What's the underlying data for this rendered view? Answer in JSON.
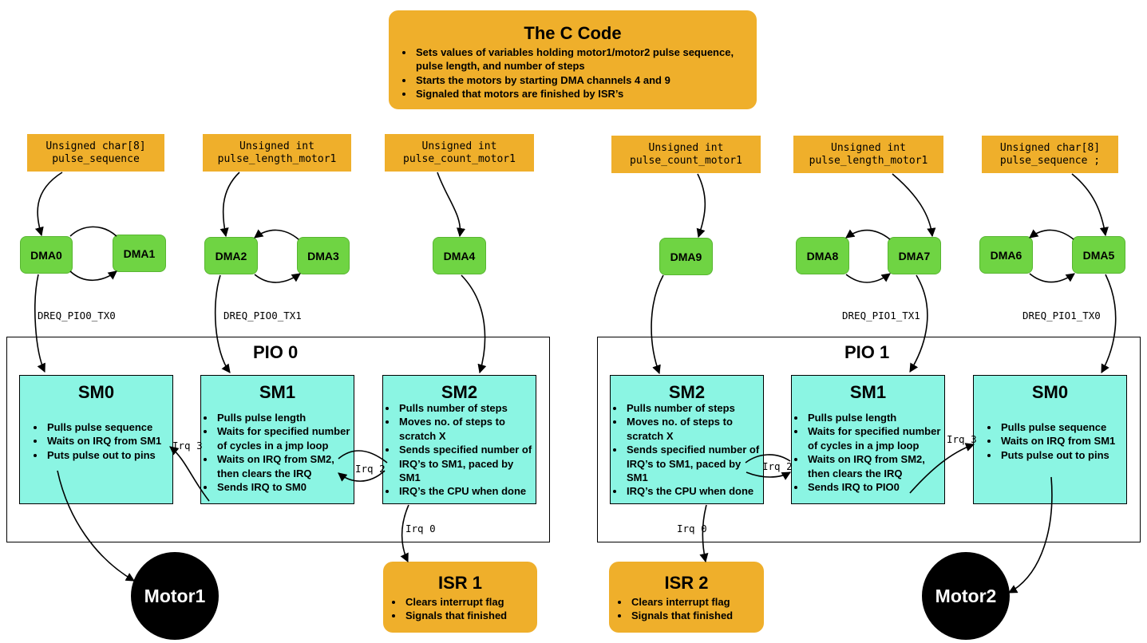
{
  "c_code": {
    "title": "The C Code",
    "bullets": [
      "Sets values of variables holding motor1/motor2 pulse sequence, pulse length, and number of steps",
      "Starts the motors by starting DMA channels 4 and 9",
      "Signaled that motors are finished by ISR’s"
    ]
  },
  "vars": [
    {
      "line1": "Unsigned char[8]",
      "line2": "pulse_sequence"
    },
    {
      "line1": "Unsigned int",
      "line2": "pulse_length_motor1"
    },
    {
      "line1": "Unsigned int",
      "line2": "pulse_count_motor1"
    },
    {
      "line1": "Unsigned int",
      "line2": "pulse_count_motor1"
    },
    {
      "line1": "Unsigned int",
      "line2": "pulse_length_motor1"
    },
    {
      "line1": "Unsigned char[8]",
      "line2": "pulse_sequence ;"
    }
  ],
  "dma": [
    "DMA0",
    "DMA1",
    "DMA2",
    "DMA3",
    "DMA4",
    "DMA9",
    "DMA8",
    "DMA7",
    "DMA6",
    "DMA5"
  ],
  "dreq": [
    "DREQ_PIO0_TX0",
    "DREQ_PIO0_TX1",
    "DREQ_PIO1_TX1",
    "DREQ_PIO1_TX0"
  ],
  "pio0": {
    "title": "PIO 0",
    "sm0": {
      "title": "SM0",
      "bullets": [
        "Pulls pulse sequence",
        "Waits on IRQ from SM1",
        "Puts pulse out to pins"
      ]
    },
    "sm1": {
      "title": "SM1",
      "bullets": [
        "Pulls pulse length",
        "Waits for specified number of cycles in a jmp loop",
        "Waits on IRQ from SM2, then clears the IRQ",
        "Sends IRQ to SM0"
      ]
    },
    "sm2": {
      "title": "SM2",
      "bullets": [
        "Pulls number of steps",
        "Moves no. of steps to scratch X",
        "Sends specified number of IRQ’s to SM1, paced by SM1",
        "IRQ’s the CPU when done"
      ]
    }
  },
  "pio1": {
    "title": "PIO 1",
    "sm2": {
      "title": "SM2",
      "bullets": [
        "Pulls number of steps",
        "Moves no. of steps to scratch X",
        "Sends specified number of IRQ’s to SM1, paced by SM1",
        "IRQ’s the CPU when done"
      ]
    },
    "sm1": {
      "title": "SM1",
      "bullets": [
        "Pulls pulse length",
        "Waits for specified number of cycles in a jmp loop",
        "Waits on IRQ from SM2, then clears the IRQ",
        "Sends IRQ to PIO0"
      ]
    },
    "sm0": {
      "title": "SM0",
      "bullets": [
        "Pulls pulse sequence",
        "Waits on IRQ from SM1",
        "Puts pulse out to pins"
      ]
    }
  },
  "irq_labels": {
    "p0_irq3": "Irq 3",
    "p0_irq2": "Irq 2",
    "p0_irq0": "Irq 0",
    "p1_irq2": "Irq 2",
    "p1_irq3": "Irq 3",
    "p1_irq0": "Irq 0"
  },
  "isr1": {
    "title": "ISR 1",
    "bullets": [
      "Clears interrupt flag",
      "Signals that finished"
    ]
  },
  "isr2": {
    "title": "ISR 2",
    "bullets": [
      "Clears interrupt flag",
      "Signals that finished"
    ]
  },
  "motors": [
    "Motor1",
    "Motor2"
  ],
  "colors": {
    "orange": "#efaf2b",
    "green": "#6fd443",
    "sm_fill": "#8bf5e3",
    "motor": "#000000"
  }
}
